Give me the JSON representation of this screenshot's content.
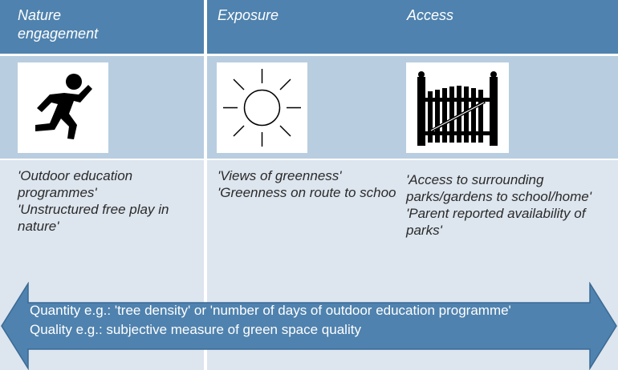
{
  "columns": [
    {
      "header": "Nature\nengagement",
      "icon": "running-person-icon",
      "items": [
        "'Outdoor education programmes'",
        "'Unstructured free play in nature'"
      ]
    },
    {
      "header": "Exposure",
      "icon": "sun-icon",
      "items": [
        "'Views of greenness'",
        "'Greenness on route to school'"
      ]
    },
    {
      "header": "Access",
      "icon": "gate-icon",
      "items": [
        "'Access to surrounding parks/gardens to school/home'",
        "'Parent reported availability of parks'"
      ]
    }
  ],
  "arrow": {
    "line1": "Quantity e.g.: 'tree density' or 'number of days of outdoor education programme'",
    "line2": "Quality e.g.: subjective measure of green space quality"
  },
  "colors": {
    "header": "#4f82ae",
    "icon_band": "#b8cde0",
    "text_band": "#dde5ee",
    "arrow_fill": "#4f82ae"
  }
}
